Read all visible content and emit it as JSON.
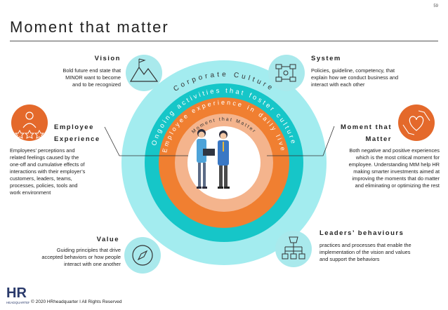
{
  "page_number": "59",
  "title": "Moment that matter",
  "rings": {
    "outer": "Corporate Culture",
    "second": "Ongoing activities that foster culture",
    "third": "Employee experience in daily live",
    "inner": "Moment that Matter"
  },
  "vision": {
    "heading": "Vision",
    "lines": [
      "Bold future end state that",
      "MINOR want to become",
      "and to be recognized"
    ]
  },
  "system": {
    "heading": "System",
    "lines": [
      "Policies, guideline, competency, that",
      "explain how we conduct business and",
      "interact with each other"
    ]
  },
  "employee_experience": {
    "heading_1": "Employee",
    "heading_2": "Experience",
    "lines": [
      "Employees’ perceptions and",
      "related feelings caused by the",
      "one-off and cumulative effects of",
      "interactions with their employer’s",
      "customers, leaders, teams,",
      "processes, policies, tools and",
      "work environment"
    ]
  },
  "moment_that_matter": {
    "heading_1": "Moment that",
    "heading_2": "Matter",
    "lines": [
      "Both negative and positive experiences",
      "which is the most critical moment for",
      "employee. Understanding MtM help HR",
      "making smarter investments aimed at",
      "improving the moments that do matter",
      "and eliminating or optimizing the rest"
    ]
  },
  "value": {
    "heading": "Value",
    "lines": [
      "Guiding principles that drive",
      "accepted behaviors or how people",
      "interact with one another"
    ]
  },
  "leaders_behaviours": {
    "heading": "Leaders’ behaviours",
    "lines": [
      "practices and processes that enable the",
      "implementation of the vision and values",
      "and support the behaviors"
    ]
  },
  "footer": "© 2020 HRheadquarter I All Rights Reserved",
  "logo_text": "HR HEADQUARTER",
  "colors": {
    "outer_ring": "#a3ecef",
    "second_ring": "#16c6c8",
    "third_ring": "#f07f31",
    "inner_ring": "#f4b48d",
    "center": "#ffffff",
    "icon_teal": "#a9e9ec",
    "icon_orange": "#e4692b"
  }
}
